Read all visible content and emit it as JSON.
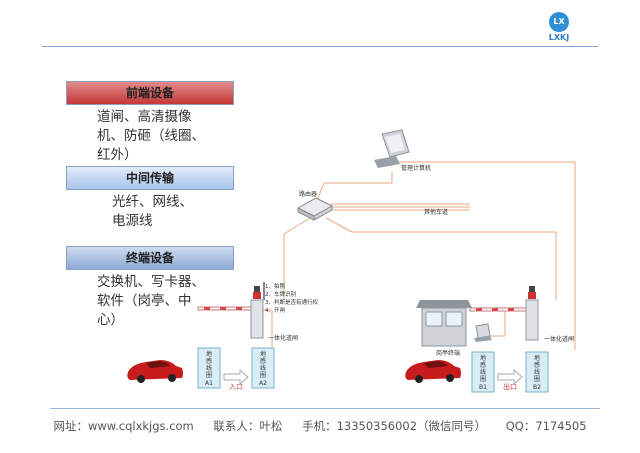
{
  "logo": {
    "mark": "LX",
    "text": "LXKJ"
  },
  "panels": [
    {
      "header": "前端设备",
      "lines": [
        "道闸、高清摄像",
        "机、防砸（线圈、",
        "红外）"
      ]
    },
    {
      "header": "中间传输",
      "lines": [
        "光纤、网线、",
        "电源线"
      ]
    },
    {
      "header": "终端设备",
      "lines": [
        "交换机、写卡器、",
        "软件（岗亭、中",
        "心）"
      ]
    }
  ],
  "diagram": {
    "computer_label": "管理计算机",
    "router_label": "路由器",
    "other_lane_label": "其他车道",
    "features": [
      "1、拍照",
      "2、车牌识别",
      "3、判断是否有通行权",
      "4、开闸"
    ],
    "gate_label_left": "一体化道闸",
    "gate_label_right": "一体化道闸",
    "booth_label": "岗亭终端",
    "coils": {
      "a1": [
        "地",
        "感",
        "线",
        "圈",
        "A1"
      ],
      "a2": [
        "地",
        "感",
        "线",
        "圈",
        "A2"
      ],
      "b1": [
        "地",
        "感",
        "线",
        "圈",
        "B1"
      ],
      "b2": [
        "地",
        "感",
        "线",
        "圈",
        "B2"
      ]
    },
    "entry_label": "入口",
    "exit_label": "出口"
  },
  "footer": {
    "website": "网址：www.cqlxkjgs.com",
    "contact": "联系人：叶松",
    "phone": "手机：13350356002（微信同号）",
    "qq": "QQ：7174505"
  }
}
